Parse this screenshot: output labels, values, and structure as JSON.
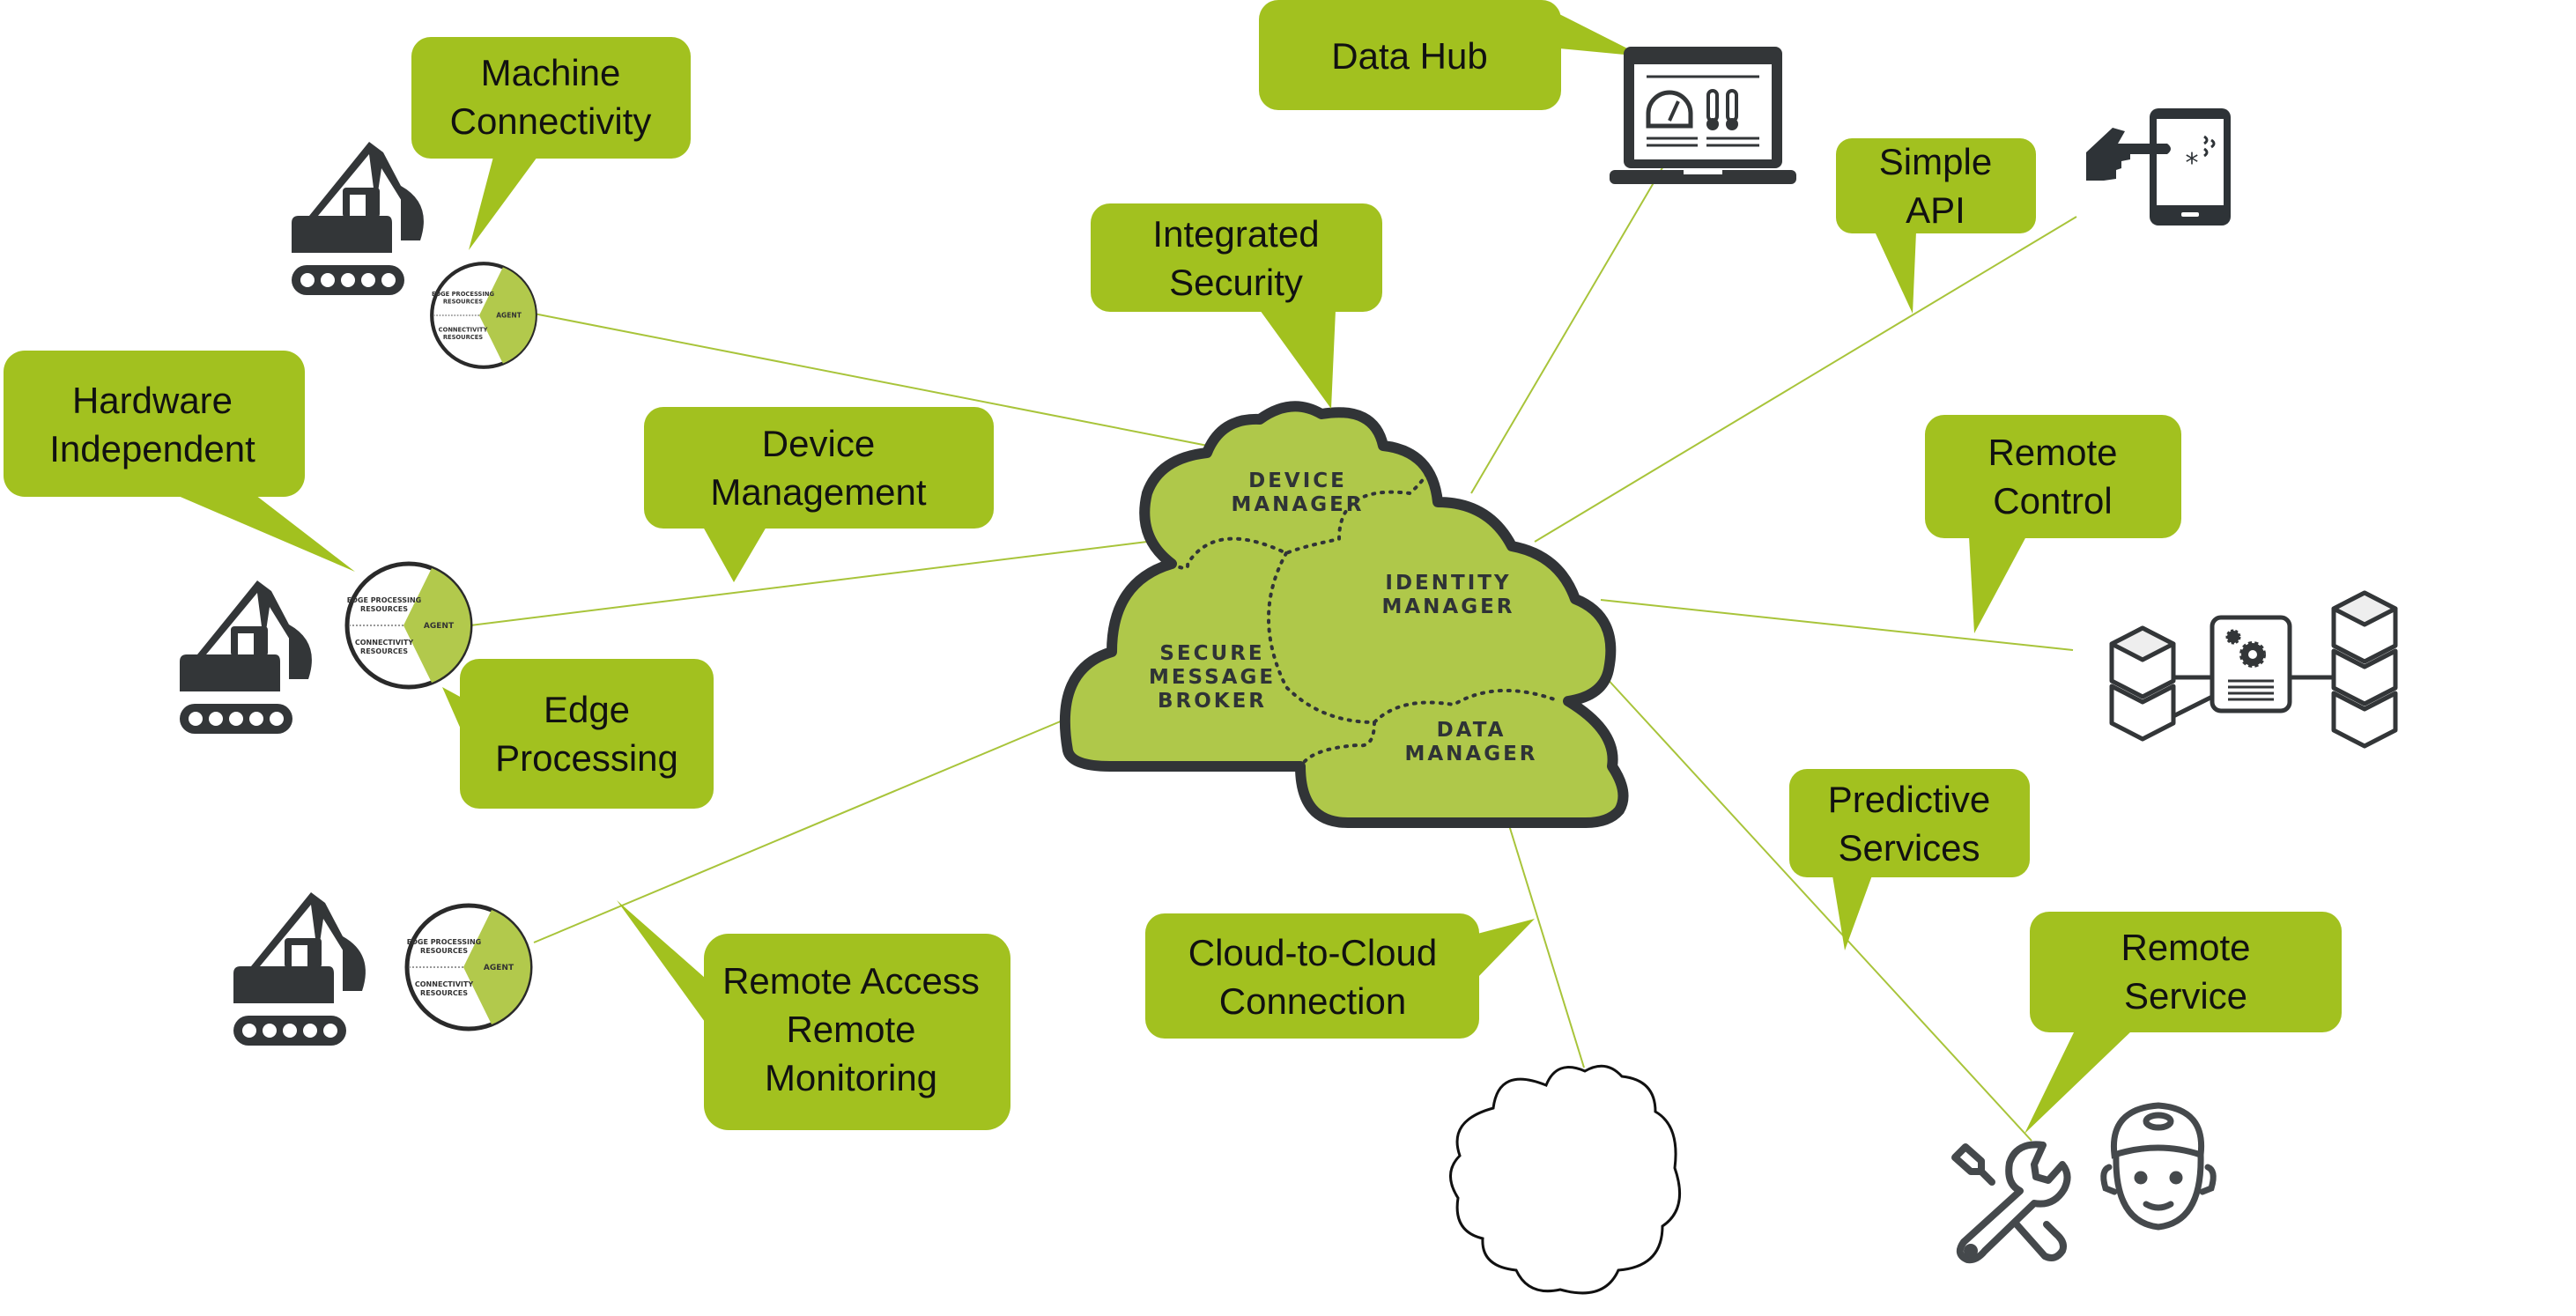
{
  "colors": {
    "bubble": "#A2C11F",
    "cloud_fill": "#AFC84A",
    "cloud_outline": "#313437",
    "connector": "#A8C43A",
    "icon": "#333638"
  },
  "central_cloud": {
    "sections": [
      {
        "id": "device-manager",
        "lines": [
          "DEVICE",
          "MANAGER"
        ]
      },
      {
        "id": "identity-manager",
        "lines": [
          "IDENTITY",
          "MANAGER"
        ]
      },
      {
        "id": "secure-message-broker",
        "lines": [
          "SECURE",
          "MESSAGE",
          "BROKER"
        ]
      },
      {
        "id": "data-manager",
        "lines": [
          "DATA",
          "MANAGER"
        ]
      }
    ]
  },
  "agent_badge": {
    "top": [
      "EDGE PROCESSING",
      "RESOURCES"
    ],
    "bottom": [
      "CONNECTIVITY",
      "RESOURCES"
    ],
    "right": "AGENT"
  },
  "callouts": [
    {
      "id": "machine-connectivity",
      "lines": [
        "Machine",
        "Connectivity"
      ]
    },
    {
      "id": "hardware-independent",
      "lines": [
        "Hardware",
        "Independent"
      ]
    },
    {
      "id": "device-management",
      "lines": [
        "Device",
        "Management"
      ]
    },
    {
      "id": "edge-processing",
      "lines": [
        "Edge",
        "Processing"
      ]
    },
    {
      "id": "remote-access-monitoring",
      "lines": [
        "Remote Access",
        "Remote",
        "Monitoring"
      ]
    },
    {
      "id": "integrated-security",
      "lines": [
        "Integrated",
        "Security"
      ]
    },
    {
      "id": "data-hub",
      "lines": [
        "Data Hub"
      ]
    },
    {
      "id": "simple-api",
      "lines": [
        "Simple",
        "API"
      ]
    },
    {
      "id": "remote-control",
      "lines": [
        "Remote",
        "Control"
      ]
    },
    {
      "id": "predictive-services",
      "lines": [
        "Predictive",
        "Services"
      ]
    },
    {
      "id": "remote-service",
      "lines": [
        "Remote",
        "Service"
      ]
    },
    {
      "id": "cloud-to-cloud",
      "lines": [
        "Cloud-to-Cloud",
        "Connection"
      ]
    }
  ],
  "icons": [
    "excavator-icon",
    "excavator-icon",
    "excavator-icon",
    "laptop-dashboard-icon",
    "hand-touch-phone-icon",
    "blocks-integration-icon",
    "tools-icon",
    "technician-face-icon",
    "external-cloud-icon"
  ]
}
